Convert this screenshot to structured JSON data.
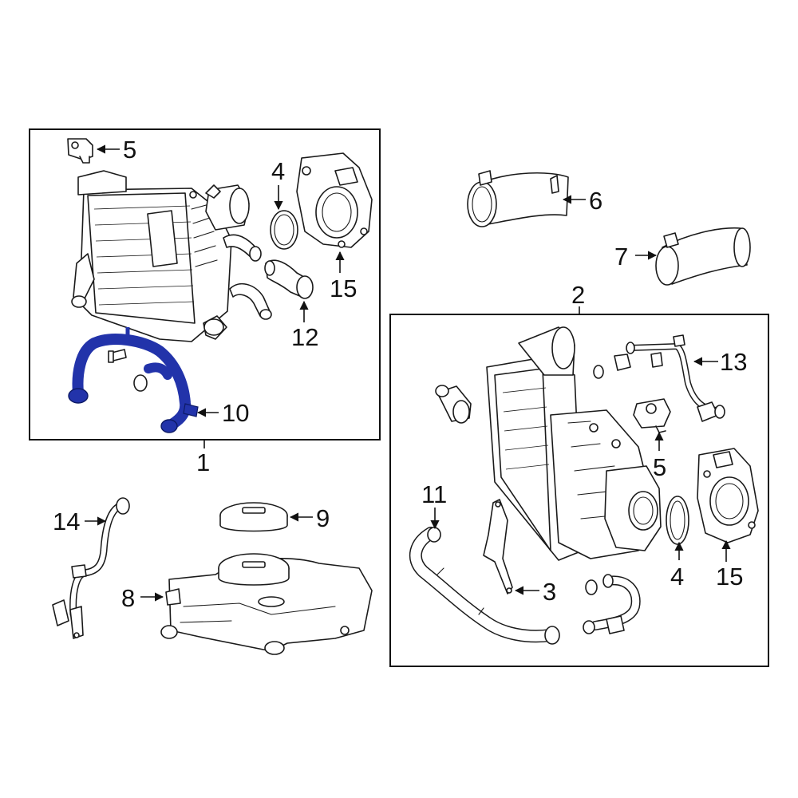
{
  "highlight_color": "#2233aa",
  "callouts": {
    "c1": "1",
    "c2": "2",
    "c3": "3",
    "c4a": "4",
    "c4b": "4",
    "c5a": "5",
    "c5b": "5",
    "c6": "6",
    "c7": "7",
    "c8": "8",
    "c9": "9",
    "c10": "10",
    "c11": "11",
    "c12": "12",
    "c13": "13",
    "c14": "14",
    "c15a": "15",
    "c15b": "15"
  }
}
